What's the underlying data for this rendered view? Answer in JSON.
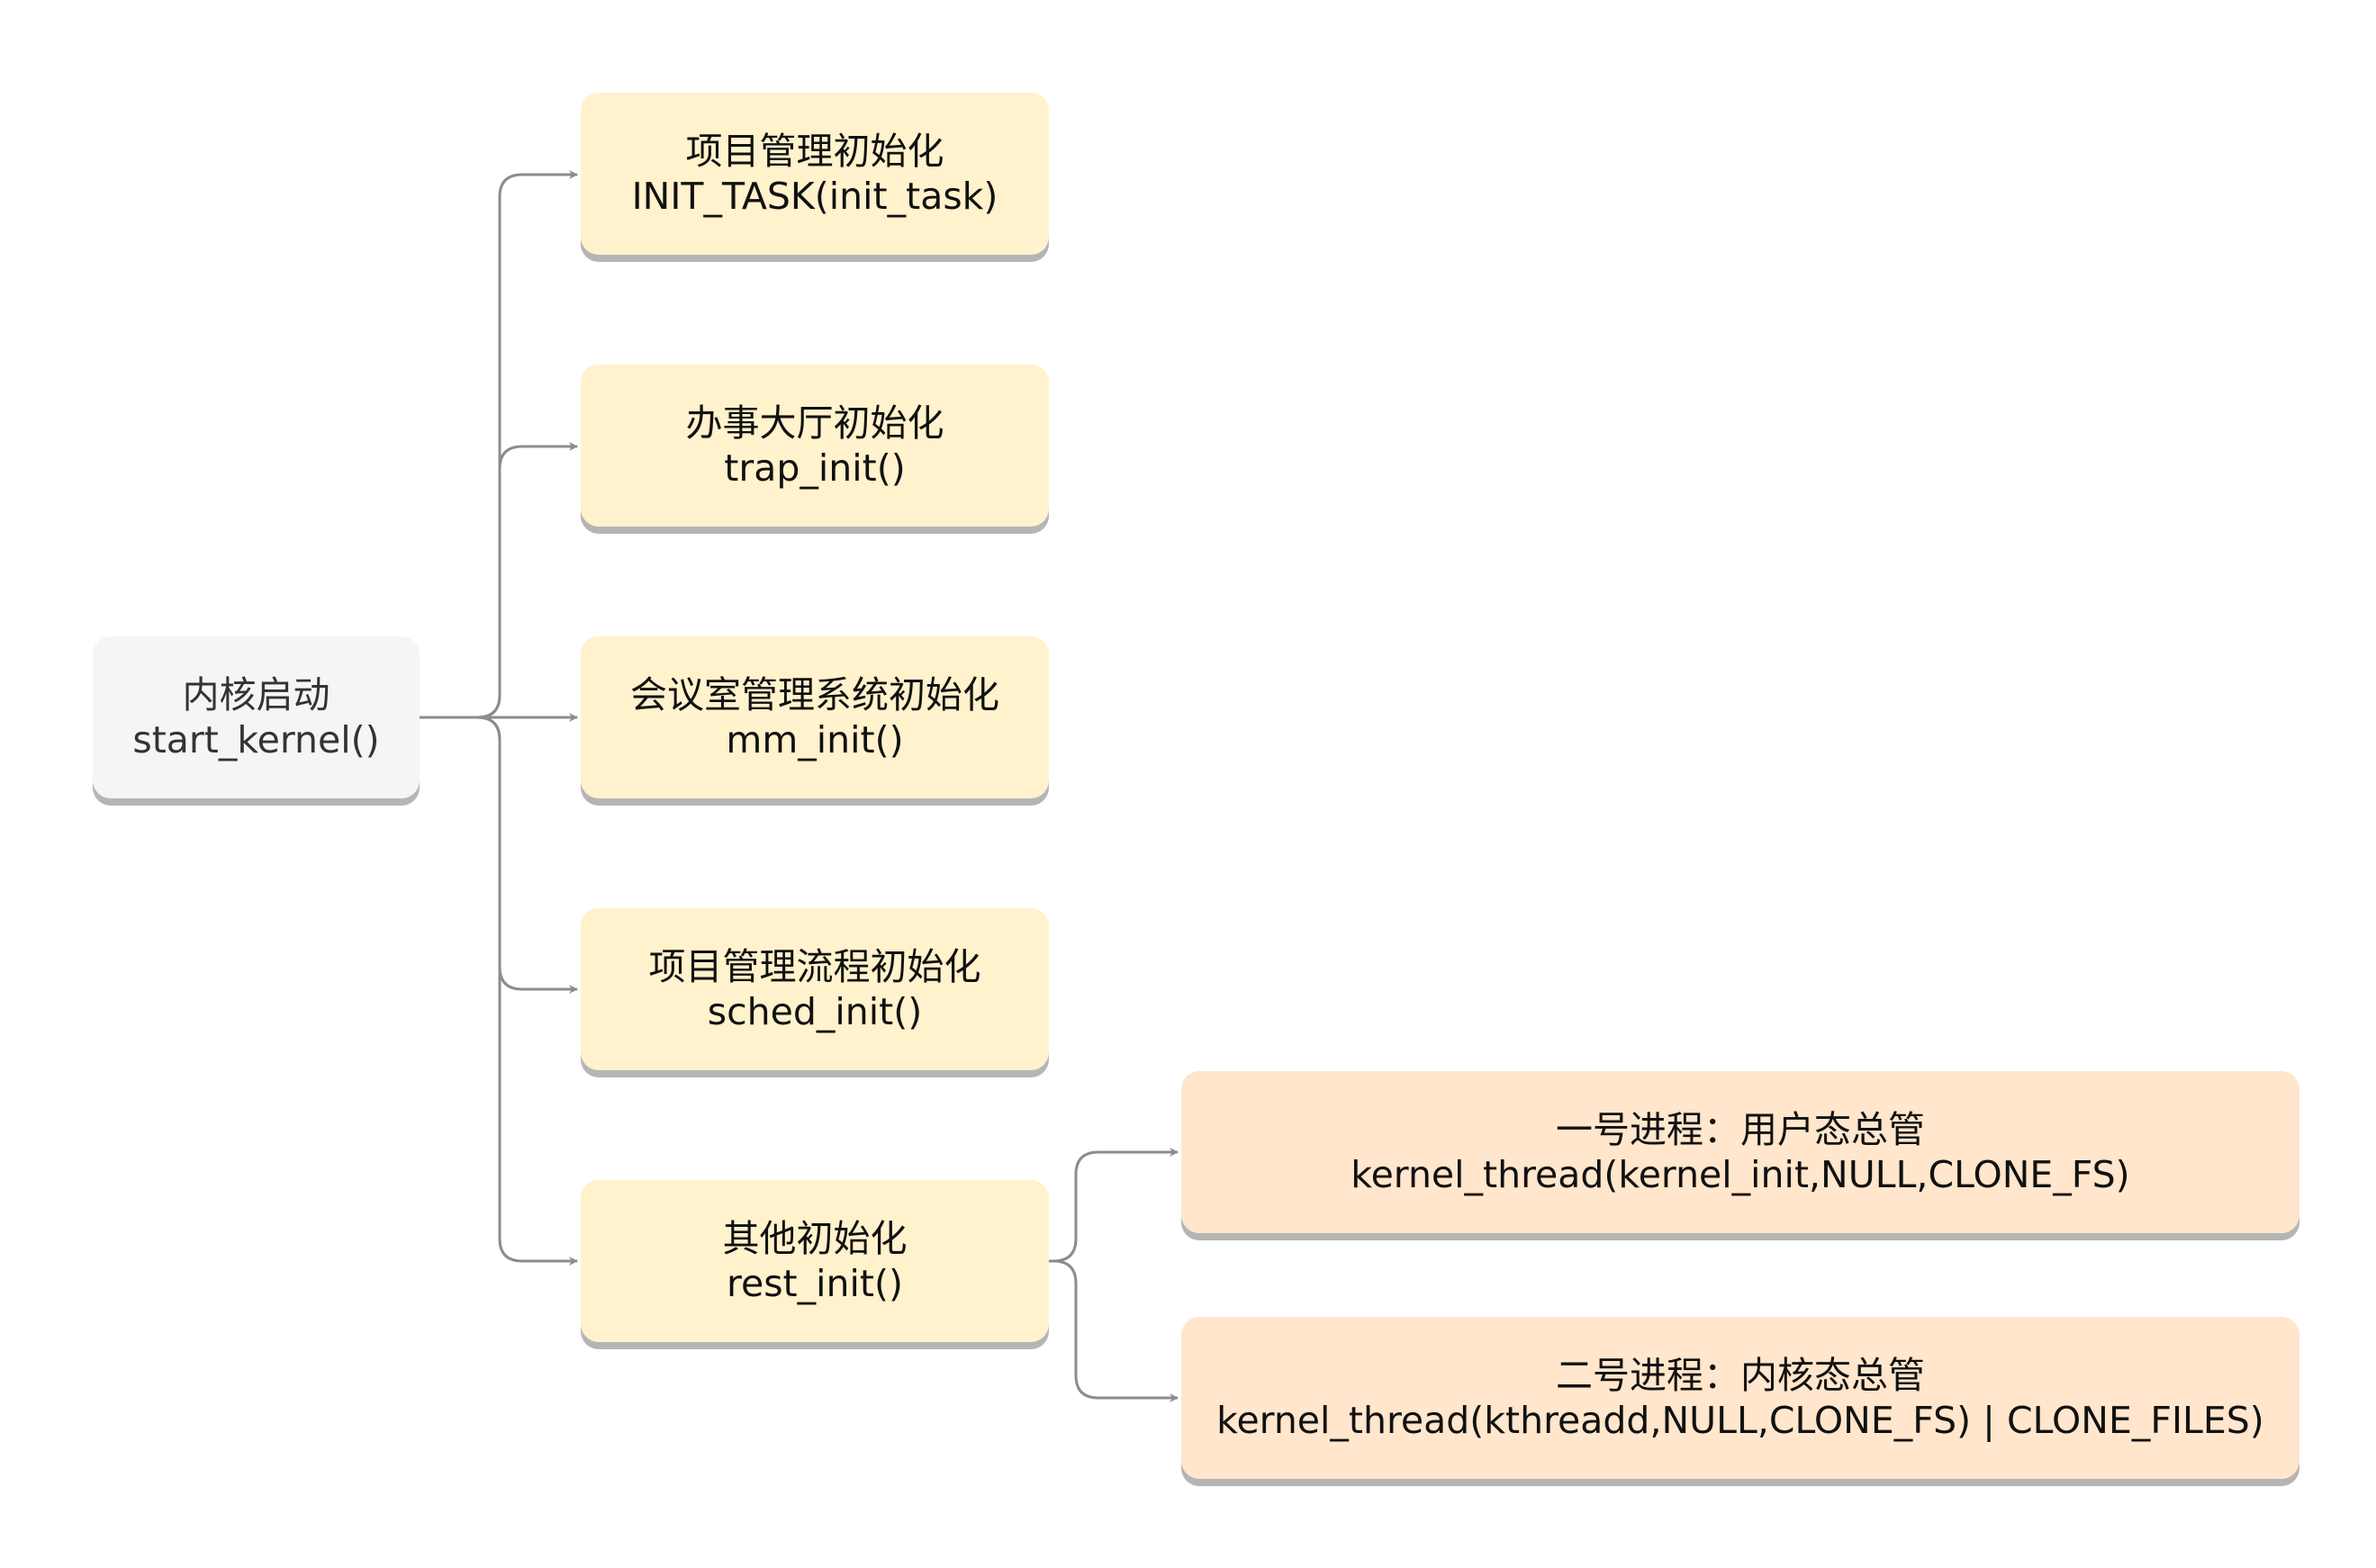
{
  "diagram": {
    "root": {
      "title": "内核启动",
      "code": "start_kernel()"
    },
    "children": [
      {
        "title": "项目管理初始化",
        "code": "INIT_TASK(init_task)"
      },
      {
        "title": "办事大厅初始化",
        "code": "trap_init()"
      },
      {
        "title": "会议室管理系统初始化",
        "code": "mm_init()"
      },
      {
        "title": "项目管理流程初始化",
        "code": "sched_init()"
      },
      {
        "title": "其他初始化",
        "code": "rest_init()"
      }
    ],
    "rest_children": [
      {
        "title": "一号进程：用户态总管",
        "code": "kernel_thread(kernel_init,NULL,CLONE_FS)"
      },
      {
        "title": "二号进程：内核态总管",
        "code": "kernel_thread(kthreadd,NULL,CLONE_FS) | CLONE_FILES)"
      }
    ],
    "colors": {
      "root_fill": "#f5f5f5",
      "child_fill": "#fff2cc",
      "process_fill": "#ffe6cc",
      "shadow": "#b5b5b5",
      "connector": "#8c8c8c"
    }
  }
}
